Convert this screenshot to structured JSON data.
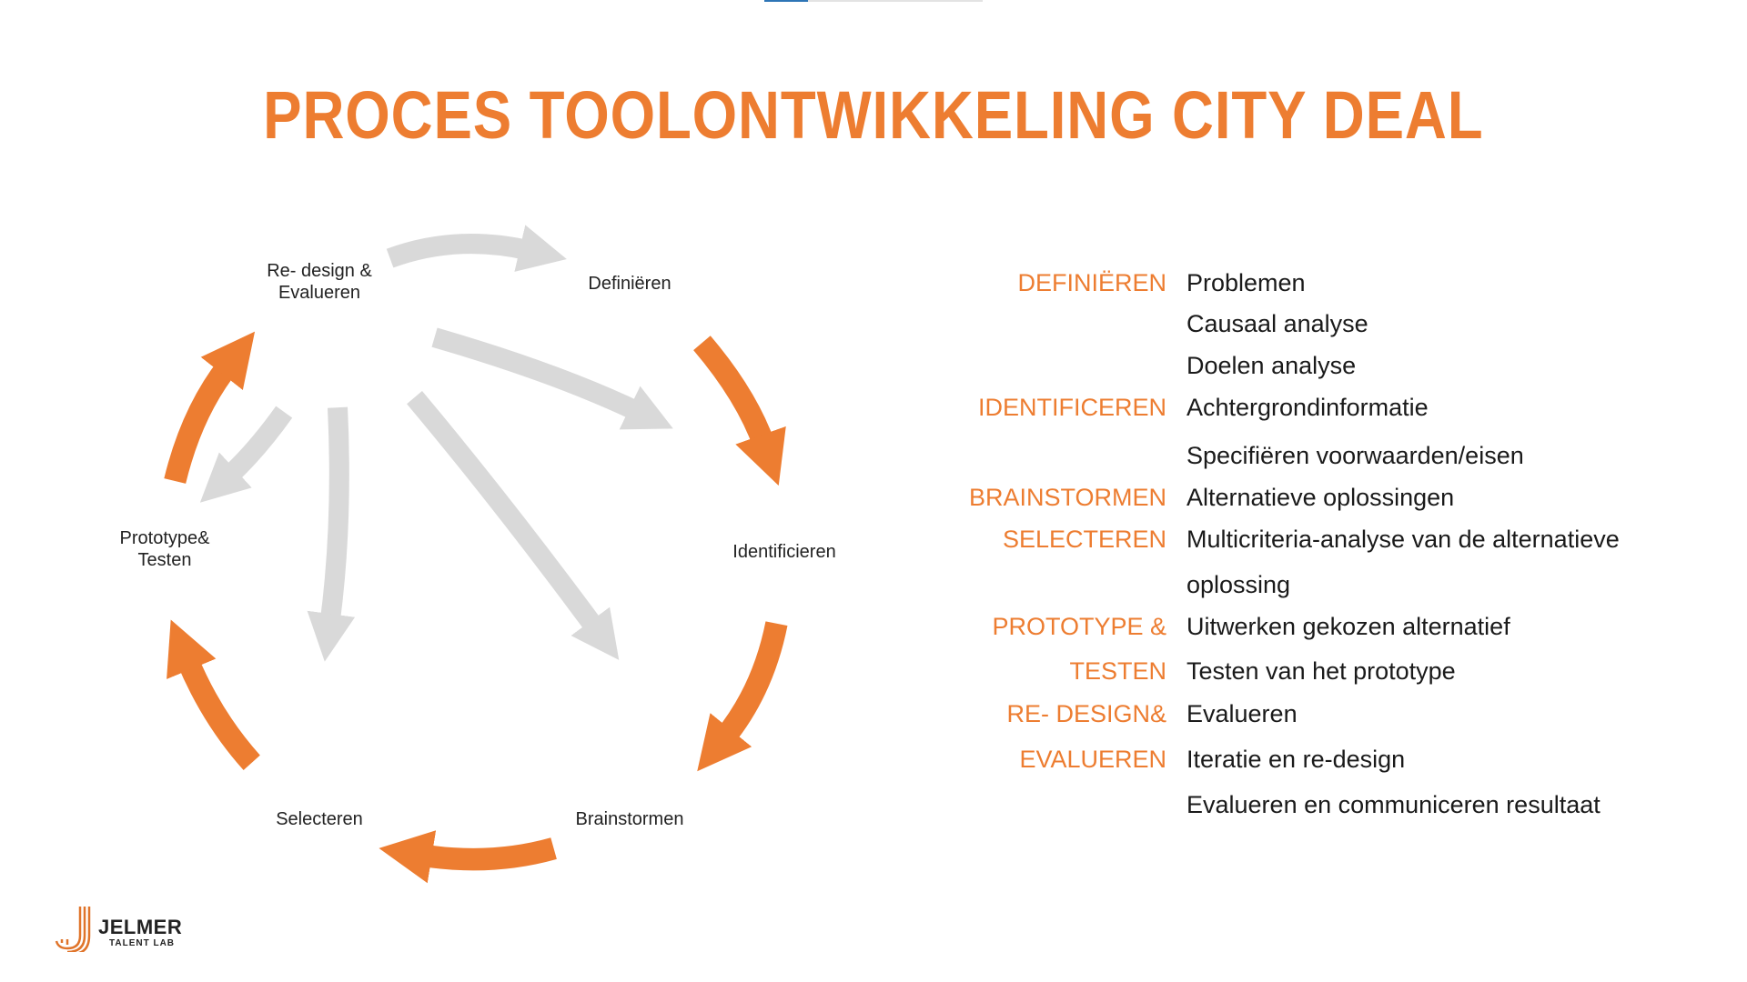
{
  "slide_progress": 0.2,
  "title": "PROCES TOOLONTWIKKELING CITY DEAL",
  "cycle": {
    "redesign": "Re- design &\nEvalueren",
    "definieren": "Definiëren",
    "identificeren": "Identificieren",
    "brainstormen": "Brainstormen",
    "selecteren": "Selecteren",
    "prototype": "Prototype&\nTesten"
  },
  "table": [
    {
      "label": "DEFINIËREN",
      "value": "Problemen"
    },
    {
      "label": "",
      "value": "Causaal analyse"
    },
    {
      "label": "",
      "value": "Doelen analyse"
    },
    {
      "label": "IDENTIFICEREN",
      "value": "Achtergrondinformatie"
    },
    {
      "label": "",
      "value": "Specifiëren voorwaarden/eisen"
    },
    {
      "label": "BRAINSTORMEN",
      "value": "Alternatieve oplossingen"
    },
    {
      "label": "SELECTEREN",
      "value": "Multicriteria-analyse van de alternatieve"
    },
    {
      "label": "",
      "value": "oplossing"
    },
    {
      "label": "PROTOTYPE &",
      "value": "Uitwerken gekozen alternatief"
    },
    {
      "label": "TESTEN",
      "value": "Testen van het prototype"
    },
    {
      "label": "RE- DESIGN&",
      "value": "Evalueren"
    },
    {
      "label": "EVALUEREN",
      "value": "Iteratie en re-design"
    },
    {
      "label": "",
      "value": "Evalueren en communiceren resultaat"
    }
  ],
  "logo": {
    "name": "JELMER",
    "sub": "TALENT LAB"
  },
  "colors": {
    "accent": "#ED7D31",
    "gray_arrow": "#D9D9D9",
    "progress": "#2e75b6"
  }
}
